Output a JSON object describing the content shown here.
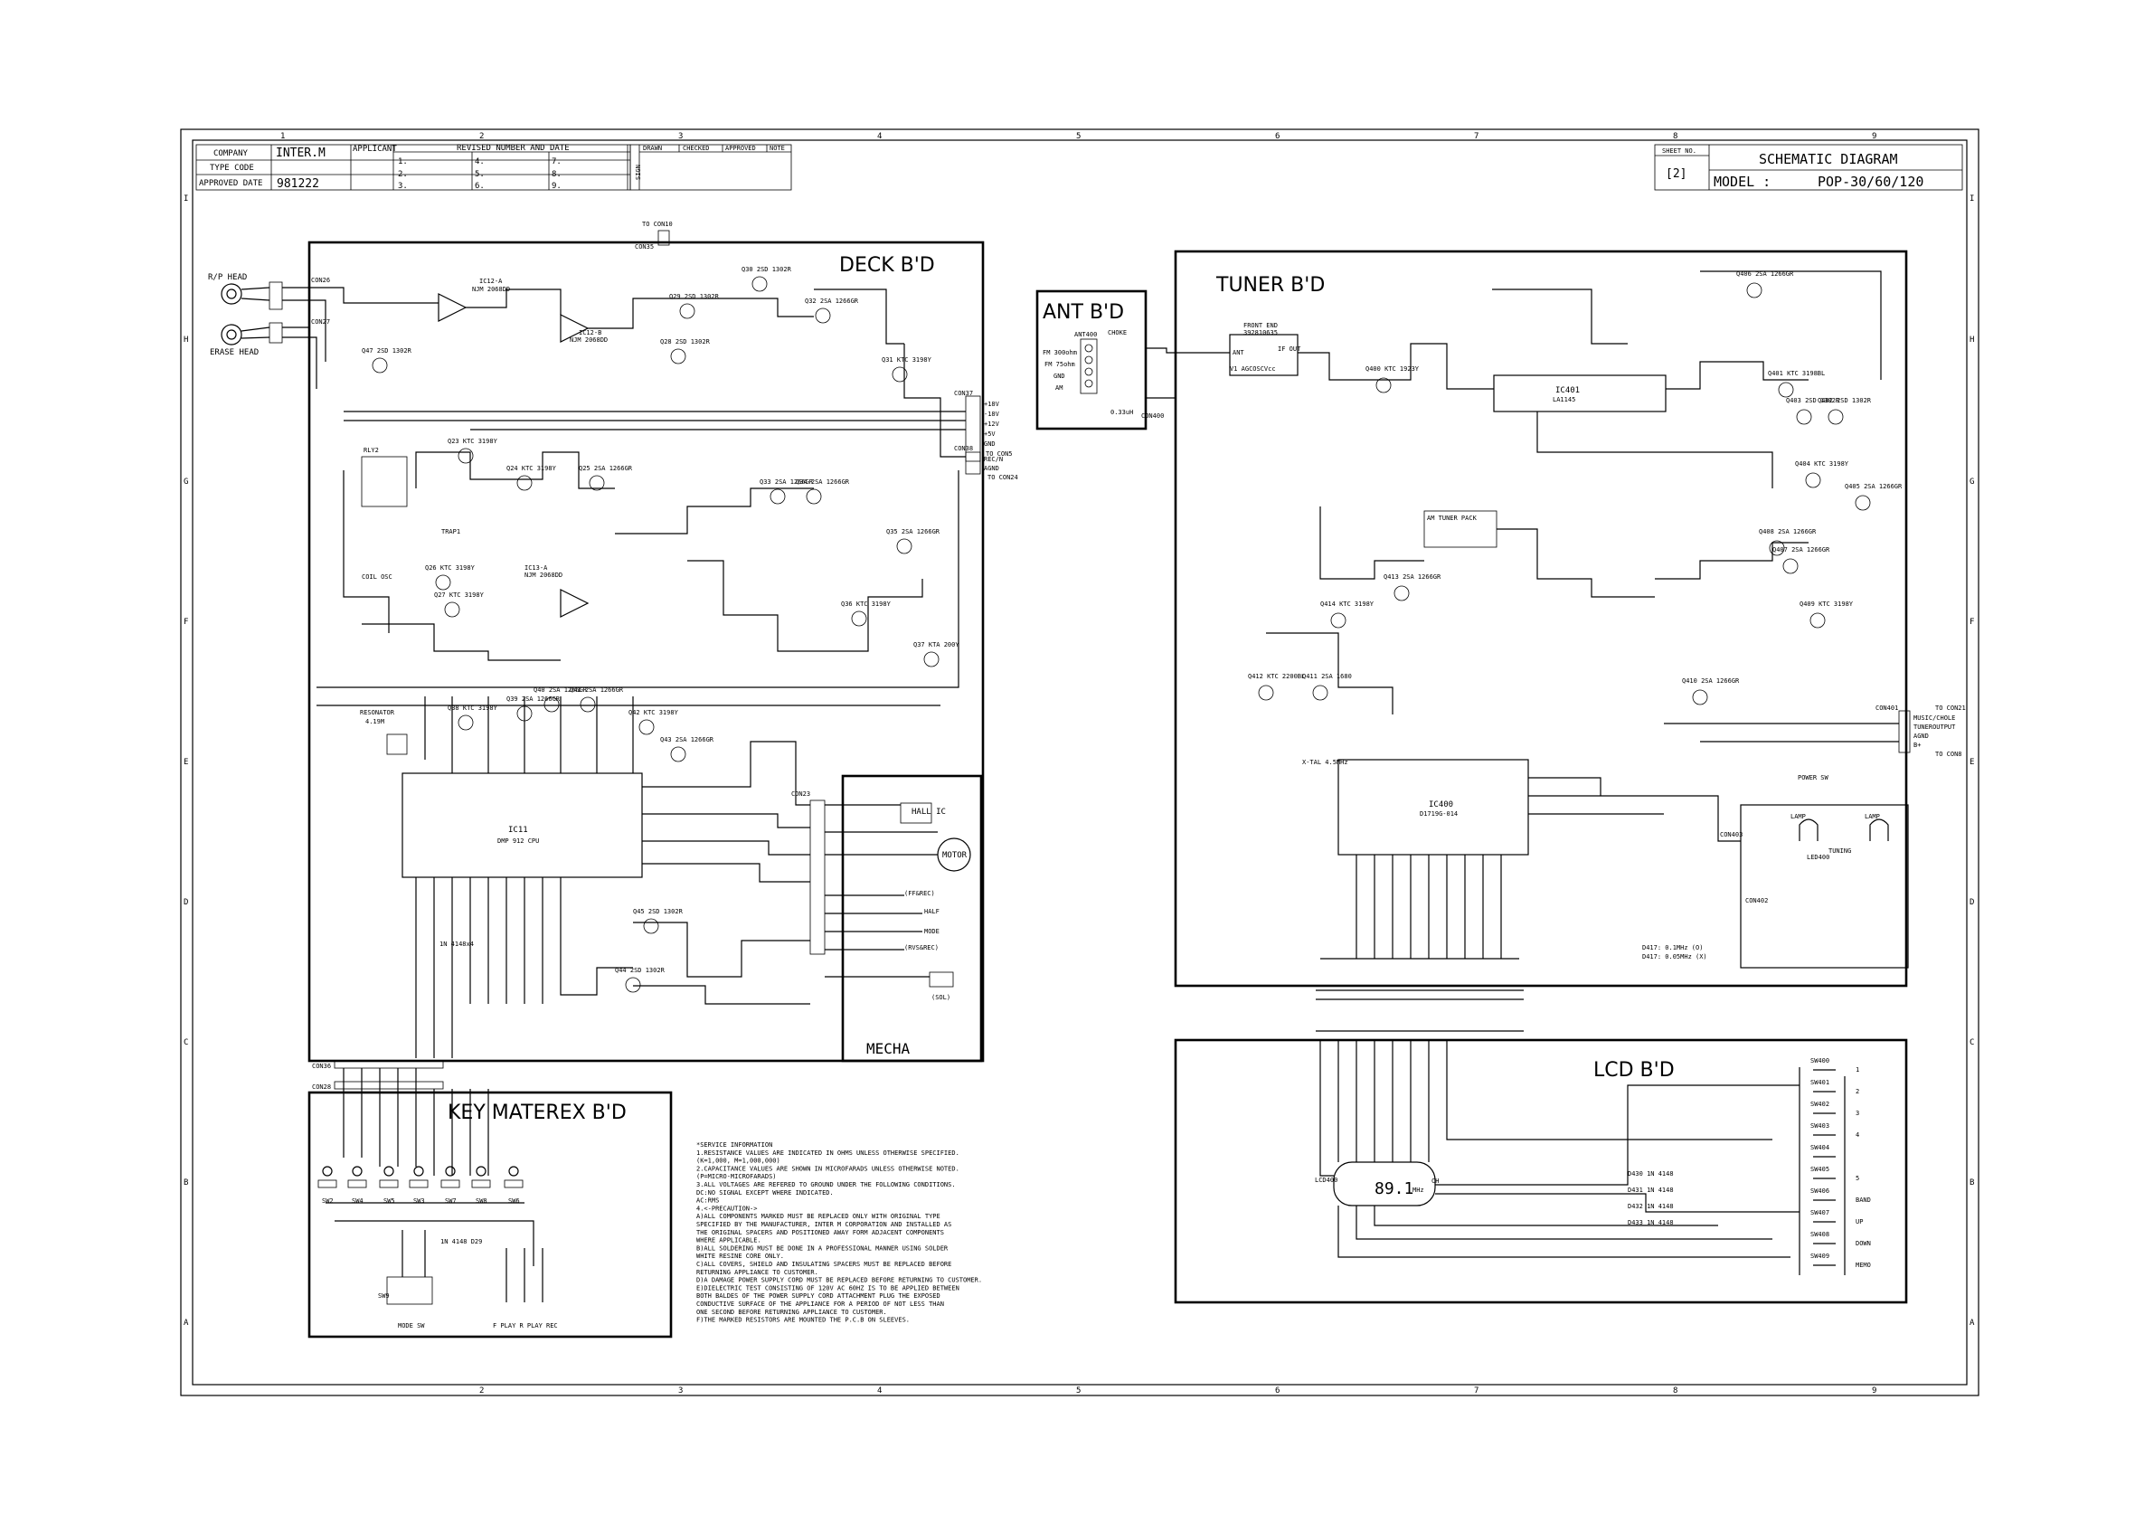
{
  "title_block": {
    "company_label": "COMPANY",
    "company": "INTER.M",
    "type_code_label": "TYPE CODE",
    "approved_date_label": "APPROVED DATE",
    "approved_date": "981222",
    "applicant_label": "APPLICANT",
    "revised_label": "REVISED NUMBER AND DATE",
    "rev_numbers": [
      "1.",
      "2.",
      "3.",
      "4.",
      "5.",
      "6.",
      "7.",
      "8.",
      "9."
    ],
    "sign_label": "SIGN",
    "drawn_label": "DRAWN",
    "checked_label": "CHECKED",
    "approved_label": "APPROVED",
    "note_label": "NOTE",
    "sheet_no_label": "SHEET NO.",
    "sheet_no": "[2]",
    "schematic_label": "SCHEMATIC DIAGRAM",
    "model_label": "MODEL  :",
    "model": "POP-30/60/120"
  },
  "grid": {
    "columns": [
      "1",
      "2",
      "3",
      "4",
      "5",
      "6",
      "7",
      "8",
      "9"
    ],
    "rows": [
      "I",
      "H",
      "G",
      "F",
      "E",
      "D",
      "C",
      "B",
      "A"
    ]
  },
  "boards": {
    "deck": "DECK B'D",
    "ant": "ANT B'D",
    "tuner": "TUNER B'D",
    "mecha": "MECHA",
    "key": "KEY MATEREX B'D",
    "lcd": "LCD B'D"
  },
  "deck_labels": {
    "rp_head": "R/P HEAD",
    "erase_head": "ERASE HEAD",
    "to_con10": "TO CON10",
    "con35": "CON35",
    "con26": "CON26",
    "con27": "CON27",
    "con37": "CON37",
    "con38": "CON38",
    "con24": "TO CON24",
    "con5": "TO CON5",
    "con36": "CON36",
    "con28": "CON28",
    "con23": "CON23",
    "ic11": "IC11",
    "ic11_part": "DMP 912 CPU",
    "ic12a": "IC12-A",
    "ic12a_part": "NJM 2068DD",
    "ic12b": "IC12-B",
    "ic12b_part": "NJM 2068DD",
    "ic13a": "IC13-A",
    "ic13a_part": "NJM 2068DD",
    "resonator": "RESONATOR",
    "resonator_val": "4.19M",
    "coil_osc": "COIL OSC",
    "trap1": "TRAP1",
    "rly2": "RLY2",
    "transistors": [
      "Q23 KTC 3198Y",
      "Q24 KTC 3198Y",
      "Q25 2SA 1266GR",
      "Q26 KTC 3198Y",
      "Q27 KTC 3198Y",
      "Q28 2SD 1302R",
      "Q29 2SD 1302R",
      "Q30 2SD 1302R",
      "Q31 KTC 3198Y",
      "Q32 2SA 1266GR",
      "Q33 2SA 1266GR",
      "Q34 2SA 1266GR",
      "Q35 2SA 1266GR",
      "Q36 KTC 3198Y",
      "Q37 KTA 200Y",
      "Q38 KTC 3198Y",
      "Q39 2SA 1266GR",
      "Q40 2SA 1266GR",
      "Q41 2SA 1266GR",
      "Q42 KTC 3198Y",
      "Q43 2SA 1266GR",
      "Q44 2SD 1302R",
      "Q45 2SD 1302R",
      "Q47 2SD 1302R"
    ],
    "rails": [
      "+18V",
      "-18V",
      "+12V",
      "+5V",
      "GND",
      "REC/N",
      "AGND"
    ],
    "diodes": "1N 4148x4",
    "mode_sw": "MODE SW",
    "play_labels": "F PLAY R PLAY REC",
    "d29": "1N 4148 D29",
    "sw9": "SW9"
  },
  "key_switches": [
    "SW2",
    "SW4",
    "SW5",
    "SW3",
    "SW7",
    "SW8",
    "SW6"
  ],
  "mecha_labels": {
    "hall_ic": "HALL IC",
    "motor": "MOTOR",
    "ff_rec": "(FF&REC)",
    "half": "HALF",
    "mode": "MODE",
    "rvs_rec": "(RVS&REC)",
    "sol": "(SOL)"
  },
  "ant_labels": {
    "ant400": "ANT400",
    "choke": "CHOKE",
    "fm300": "FM 300ohm",
    "fm75": "FM 75ohm",
    "gnd": "GND",
    "am": "AM",
    "l": "0.33uH",
    "con400": "CON400"
  },
  "tuner_labels": {
    "front_end": "FRONT END",
    "front_end_part": "392810635",
    "ant": "ANT",
    "if_out": "IF OUT",
    "pins": "V1 AGCOSCVcc",
    "ic401": "IC401",
    "ic401_part": "LA1145",
    "ic400": "IC400",
    "ic400_part": "D1719G-014",
    "am_tuner_pack": "AM TUNER PACK",
    "xtal": "X-TAL 4.5MHz",
    "power_sw": "POWER SW",
    "con401": "CON401",
    "to_con21": "TO CON21",
    "to_con8": "TO CON8",
    "con_out": [
      "MUSIC/CHOLE",
      "TUNEROUTPUT",
      "AGND",
      "B+"
    ],
    "con403": "CON403",
    "con402": "CON402",
    "lamp": "LAMP",
    "led400": "LED400",
    "tuning": "TUNING",
    "note1": "D417: 0.1MHz (O)",
    "note2": "D417: 0.05MHz (X)",
    "transistors": [
      "Q400 KTC 1923Y",
      "Q401 KTC 3198BL",
      "Q402 2SD 1302R",
      "Q403 2SD 1302R",
      "Q404 KTC 3198Y",
      "Q405 2SA 1266GR",
      "Q406 2SA 1266GR",
      "Q407 2SA 1266GR",
      "Q408 2SA 1266GR",
      "Q409 KTC 3198Y",
      "Q410 2SA 1266GR",
      "Q411 2SA 1680",
      "Q412 KTC 2200BL",
      "Q413 2SA 1266GR",
      "Q414 KTC 3198Y"
    ]
  },
  "lcd_labels": {
    "lcd400": "LCD400",
    "lcd_text": "89.1",
    "mhz": "MHz",
    "ch": "CH",
    "switches": [
      "SW400",
      "SW401",
      "SW402",
      "SW403",
      "SW404",
      "SW405",
      "SW406",
      "SW407",
      "SW408",
      "SW409"
    ],
    "sw_labels": [
      "1",
      "2",
      "3",
      "4",
      "5",
      "BAND",
      "UP",
      "DOWN",
      "MEMO"
    ],
    "diodes": [
      "D430 1N 4148",
      "D431 1N 4148",
      "D432 1N 4148",
      "D433 1N 4148"
    ]
  },
  "service_info": [
    "*SERVICE INFORMATION",
    "1.RESISTANCE VALUES ARE INDICATED IN OHMS UNLESS OTHERWISE SPECIFIED.",
    "  (K=1,000, M=1,000,000)",
    "2.CAPACITANCE VALUES ARE SHOWN IN MICROFARADS UNLESS OTHERWISE NOTED.",
    "  (P=MICRO-MICROFARADS)",
    "3.ALL VOLTAGES ARE REFERED TO GROUND UNDER THE FOLLOWING CONDITIONS.",
    "  DC:NO SIGNAL EXCEPT WHERE INDICATED.",
    "  AC:RMS",
    "4.<-PRECAUTION->",
    "A)ALL COMPONENTS    MARKED MUST BE REPLACED ONLY WITH ORIGINAL TYPE",
    "  SPECIFIED BY THE MANUFACTURER, INTER M CORPORATION AND INSTALLED AS",
    "  THE ORIGINAL SPACERS AND POSITIONED AWAY FORM ADJACENT COMPONENTS",
    "  WHERE APPLICABLE.",
    "B)ALL SOLDERING MUST BE DONE IN A PROFESSIONAL MANNER USING SOLDER",
    "  WHITE RESINE CORE ONLY.",
    "C)ALL COVERS, SHIELD AND INSULATING SPACERS MUST BE REPLACED BEFORE",
    "  RETURNING APPLIANCE TO CUSTOMER.",
    "D)A DAMAGE POWER SUPPLY CORD MUST BE REPLACED BEFORE RETURNING TO CUSTOMER.",
    "E)DIELECTRIC TEST CONSISTING OF 120V AC 60HZ IS TO BE APPLIED BETWEEN",
    "  BOTH BALDES OF THE POWER SUPPLY CORD ATTACHMENT PLUG THE EXPOSED",
    "  CONDUCTIVE SURFACE OF THE APPLIANCE FOR A PERIOD OF NOT LESS THAN",
    "  ONE SECOND BEFORE RETURNING APPLIANCE TO CUSTOMER.",
    "F)THE      MARKED RESISTORS ARE MOUNTED THE P.C.B ON SLEEVES."
  ]
}
